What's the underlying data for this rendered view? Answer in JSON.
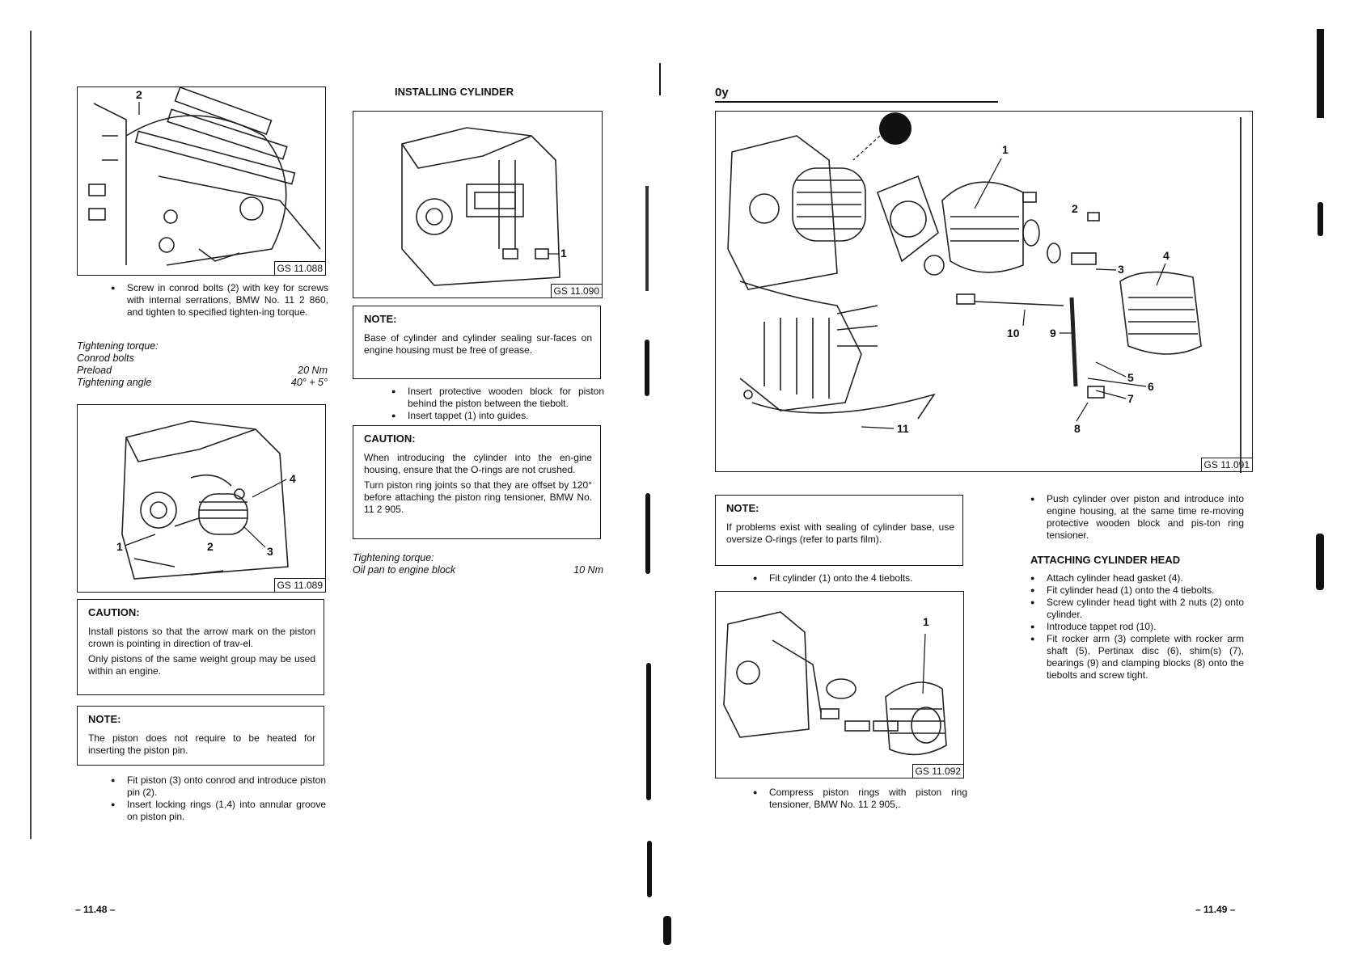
{
  "left_page": {
    "fig1": {
      "code": "GS 11.088",
      "callouts": [
        "2"
      ]
    },
    "step1": "Screw in conrod bolts (2) with key for screws with internal serrations, BMW No. 11 2 860, and tighten to specified tighten-ing torque.",
    "torque1": {
      "title": "Tightening torque:",
      "sub": "Conrod bolts",
      "rows": [
        {
          "label": "Preload",
          "value": "20 Nm"
        },
        {
          "label": "Tightening angle",
          "value": "40° + 5°"
        }
      ]
    },
    "fig2": {
      "code": "GS 11.089",
      "callouts": [
        "4",
        "1",
        "2",
        "3"
      ]
    },
    "caution1": {
      "title": "CAUTION:",
      "p1": "Install pistons so that the arrow mark on the piston crown is pointing in direction of trav-el.",
      "p2": "Only pistons of the same weight group may be used within an engine."
    },
    "note1": {
      "title": "NOTE:",
      "p1": "The piston does not require to be heated for inserting the piston pin."
    },
    "steps2": [
      "Fit piston (3) onto conrod and introduce piston pin (2).",
      "Insert locking rings (1,4) into annular groove on piston pin."
    ],
    "heading": "INSTALLING CYLINDER",
    "fig3": {
      "code": "GS 11.090",
      "callouts": [
        "1"
      ]
    },
    "note2": {
      "title": "NOTE:",
      "p1": "Base of cylinder and cylinder sealing sur-faces on engine housing must be free of grease."
    },
    "steps3": [
      "Insert protective wooden block for piston behind the piston between the tiebolt.",
      "Insert tappet (1) into guides."
    ],
    "caution2": {
      "title": "CAUTION:",
      "p1": "When introducing the cylinder into the en-gine housing, ensure that the O-rings are not crushed.",
      "p2": "Turn piston ring joints so that they are offset by 120° before attaching the piston ring tensioner, BMW No. 11 2 905."
    },
    "torque2": {
      "title": "Tightening torque:",
      "rows": [
        {
          "label": "Oil pan to engine block",
          "value": "10 Nm"
        }
      ]
    },
    "page_number": "– 11.48 –"
  },
  "right_page": {
    "header_mark": "0y",
    "fig4": {
      "code": "GS 11.091",
      "callouts": [
        "1",
        "2",
        "3",
        "4",
        "10",
        "9",
        "5",
        "6",
        "7",
        "8",
        "11"
      ]
    },
    "note3": {
      "title": "NOTE:",
      "p1": "If problems exist with sealing of cylinder base, use oversize O-rings (refer to parts film)."
    },
    "step4": "Fit cylinder (1) onto the 4 tiebolts.",
    "fig5": {
      "code": "GS 11.092",
      "callouts": [
        "1"
      ]
    },
    "step5": "Compress piston rings with piston ring tensioner, BMW No. 11 2 905,.",
    "step6": "Push cylinder over piston and introduce into engine housing, at the same time re-moving protective wooden block and pis-ton ring tensioner.",
    "heading": "ATTACHING CYLINDER HEAD",
    "steps7": [
      "Attach cylinder head gasket (4).",
      "Fit cylinder head (1) onto the 4 tiebolts.",
      "Screw cylinder head tight with 2 nuts (2) onto cylinder.",
      "Introduce tappet rod (10).",
      "Fit rocker arm (3) complete with rocker arm shaft (5), Pertinax disc (6), shim(s) (7), bearings (9) and clamping blocks (8) onto the tiebolts and screw tight."
    ],
    "page_number": "– 11.49 –"
  }
}
